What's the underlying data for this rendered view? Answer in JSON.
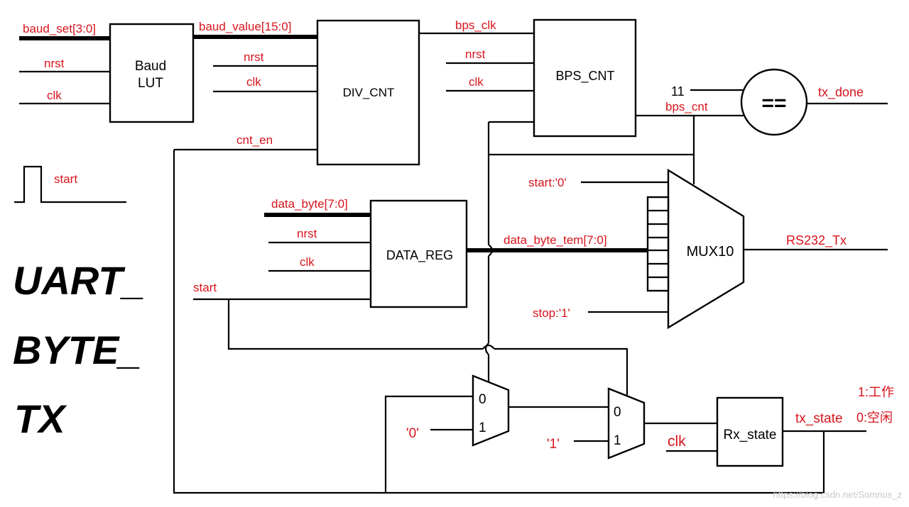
{
  "blocks": {
    "baud_lut_line1": "Baud",
    "baud_lut_line2": "LUT",
    "div_cnt": "DIV_CNT",
    "bps_cnt": "BPS_CNT",
    "comparator": "==",
    "data_reg": "DATA_REG",
    "mux10": "MUX10",
    "mux_a_in0": "0",
    "mux_a_in1": "1",
    "mux_b_in0": "0",
    "mux_b_in1": "1",
    "rx_state": "Rx_state"
  },
  "signals": {
    "baud_set": "baud_set[3:0]",
    "nrst": "nrst",
    "clk": "clk",
    "baud_value": "baud_value[15:0]",
    "cnt_en": "cnt_en",
    "bps_clk": "bps_clk",
    "const_11": "11",
    "bps_cnt": "bps_cnt",
    "tx_done": "tx_done",
    "start": "start",
    "data_byte": "data_byte[7:0]",
    "data_byte_tem": "data_byte_tem[7:0]",
    "start_bit": "start:'0'",
    "stop_bit": "stop:'1'",
    "rs232_tx": "RS232_Tx",
    "const_0": "'0'",
    "const_1": "'1'",
    "tx_state": "tx_state",
    "state_working": "1:工作",
    "state_idle": "0:空闲"
  },
  "title": {
    "line1": "UART_",
    "line2": "BYTE_",
    "line3": "TX"
  },
  "watermark": "https://blog.csdn.net/Somnus_z"
}
